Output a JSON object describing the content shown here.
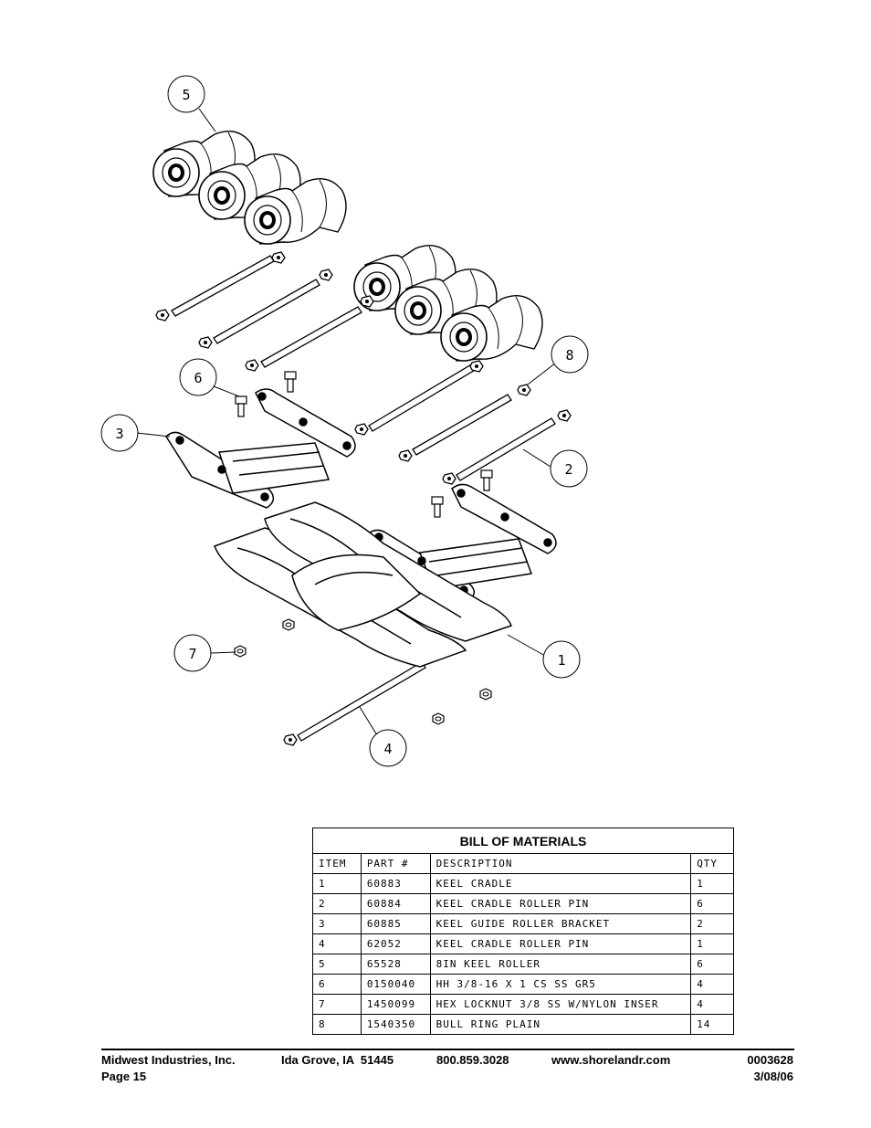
{
  "callouts": [
    {
      "id": "c5",
      "label": "5"
    },
    {
      "id": "c6",
      "label": "6"
    },
    {
      "id": "c3",
      "label": "3"
    },
    {
      "id": "c8",
      "label": "8"
    },
    {
      "id": "c2",
      "label": "2"
    },
    {
      "id": "c7",
      "label": "7"
    },
    {
      "id": "c1",
      "label": "1"
    },
    {
      "id": "c4",
      "label": "4"
    }
  ],
  "bom": {
    "title": "BILL OF MATERIALS",
    "headers": [
      "ITEM",
      "PART #",
      "DESCRIPTION",
      "QTY"
    ],
    "rows": [
      [
        "1",
        "60883",
        "KEEL CRADLE",
        "1"
      ],
      [
        "2",
        "60884",
        "KEEL CRADLE ROLLER PIN",
        "6"
      ],
      [
        "3",
        "60885",
        "KEEL GUIDE ROLLER BRACKET",
        "2"
      ],
      [
        "4",
        "62052",
        "KEEL CRADLE ROLLER PIN",
        "1"
      ],
      [
        "5",
        "65528",
        "8IN KEEL ROLLER",
        "6"
      ],
      [
        "6",
        "0150040",
        "HH 3/8-16 X 1 CS SS GR5",
        "4"
      ],
      [
        "7",
        "1450099",
        "HEX LOCKNUT 3/8 SS W/NYLON INSER",
        "4"
      ],
      [
        "8",
        "1540350",
        "BULL RING PLAIN",
        "14"
      ]
    ]
  },
  "footer": {
    "company": "Midwest Industries, Inc.",
    "page": "Page 15",
    "location": "Ida Grove, IA  51445",
    "phone": "800.859.3028",
    "website": "www.shorelandr.com",
    "doc_number": "0003628",
    "date": "3/08/06"
  }
}
